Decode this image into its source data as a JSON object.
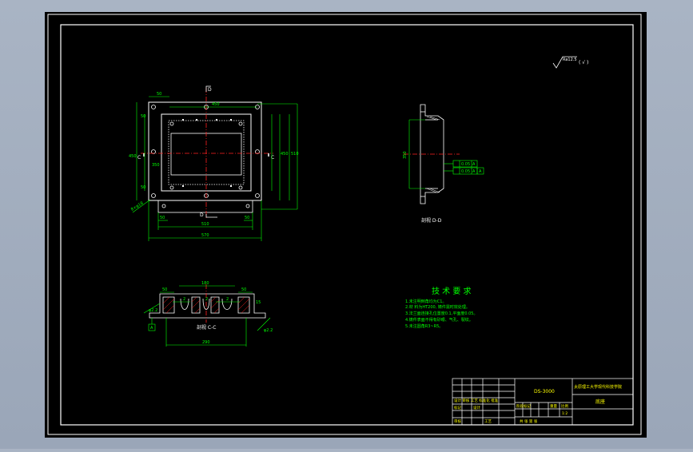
{
  "colors": {
    "background": "#000000",
    "border": "#ffffff",
    "geometry": "#ffffff",
    "dimension": "#00ff00",
    "centerline": "#ff2020",
    "highlight": "#ffff00",
    "viewport_frame": "#9aa6b8"
  },
  "roughness": {
    "value": "Ra12.5",
    "note": "( √ )"
  },
  "plan_view": {
    "dims": {
      "top_50": "50",
      "top_450": "450",
      "side_50_a": "50",
      "side_50_b": "50",
      "left_450": "450",
      "left_350": "350",
      "right_450": "450",
      "right_510": "510",
      "bottom_50_a": "50",
      "bottom_50_b": "50",
      "bottom_510": "510",
      "bottom_570": "570",
      "holes_note": "8×φ18"
    },
    "section_d_top": "D",
    "section_d_bottom": "D",
    "section_c_left": "C",
    "section_c_right": "C"
  },
  "side_view": {
    "dim_350": "350",
    "tol_1": "0.05",
    "tol_1_datum": "A",
    "tol_2": "0.05",
    "tol_2_datum": "A",
    "datum_box": "A",
    "label": "剖视 D-D"
  },
  "section_cc": {
    "dim_180": "180",
    "dim_50_left": "50",
    "dim_50_right": "50",
    "dim_15": "15",
    "dim_2_a": "2",
    "dim_2_b": "2",
    "dim_2_c": "2",
    "small_left": "φ2.2",
    "small_right": "φ2.2",
    "datum_box": "A",
    "dim_290": "290",
    "label": "剖视 C-C"
  },
  "tech_req": {
    "title": "技 术 要 求",
    "items": [
      "1.未注明倒角均为C1。",
      "2.材 料为HT200, 铸件需时效处理。",
      "3.法兰面连接孔位置度0.1,平面度0.05。",
      "4.铸件表面不得有砂眼、气孔、裂纹。",
      "5.未注圆角R3~R5。"
    ]
  },
  "title_block": {
    "drawing_no": "DS-3000",
    "school": "太原理工大学现代科技学院",
    "part_name": "底座",
    "left_note": "设计 审核 工艺 标准化 批准",
    "row_a": "标记",
    "row_b": "设计",
    "row_c": "审核",
    "row_d": "工艺",
    "stage": "阶段标记",
    "weight": "重量",
    "scale": "比例",
    "scale_value": "1:2",
    "sheet": "共 张 第 张"
  }
}
